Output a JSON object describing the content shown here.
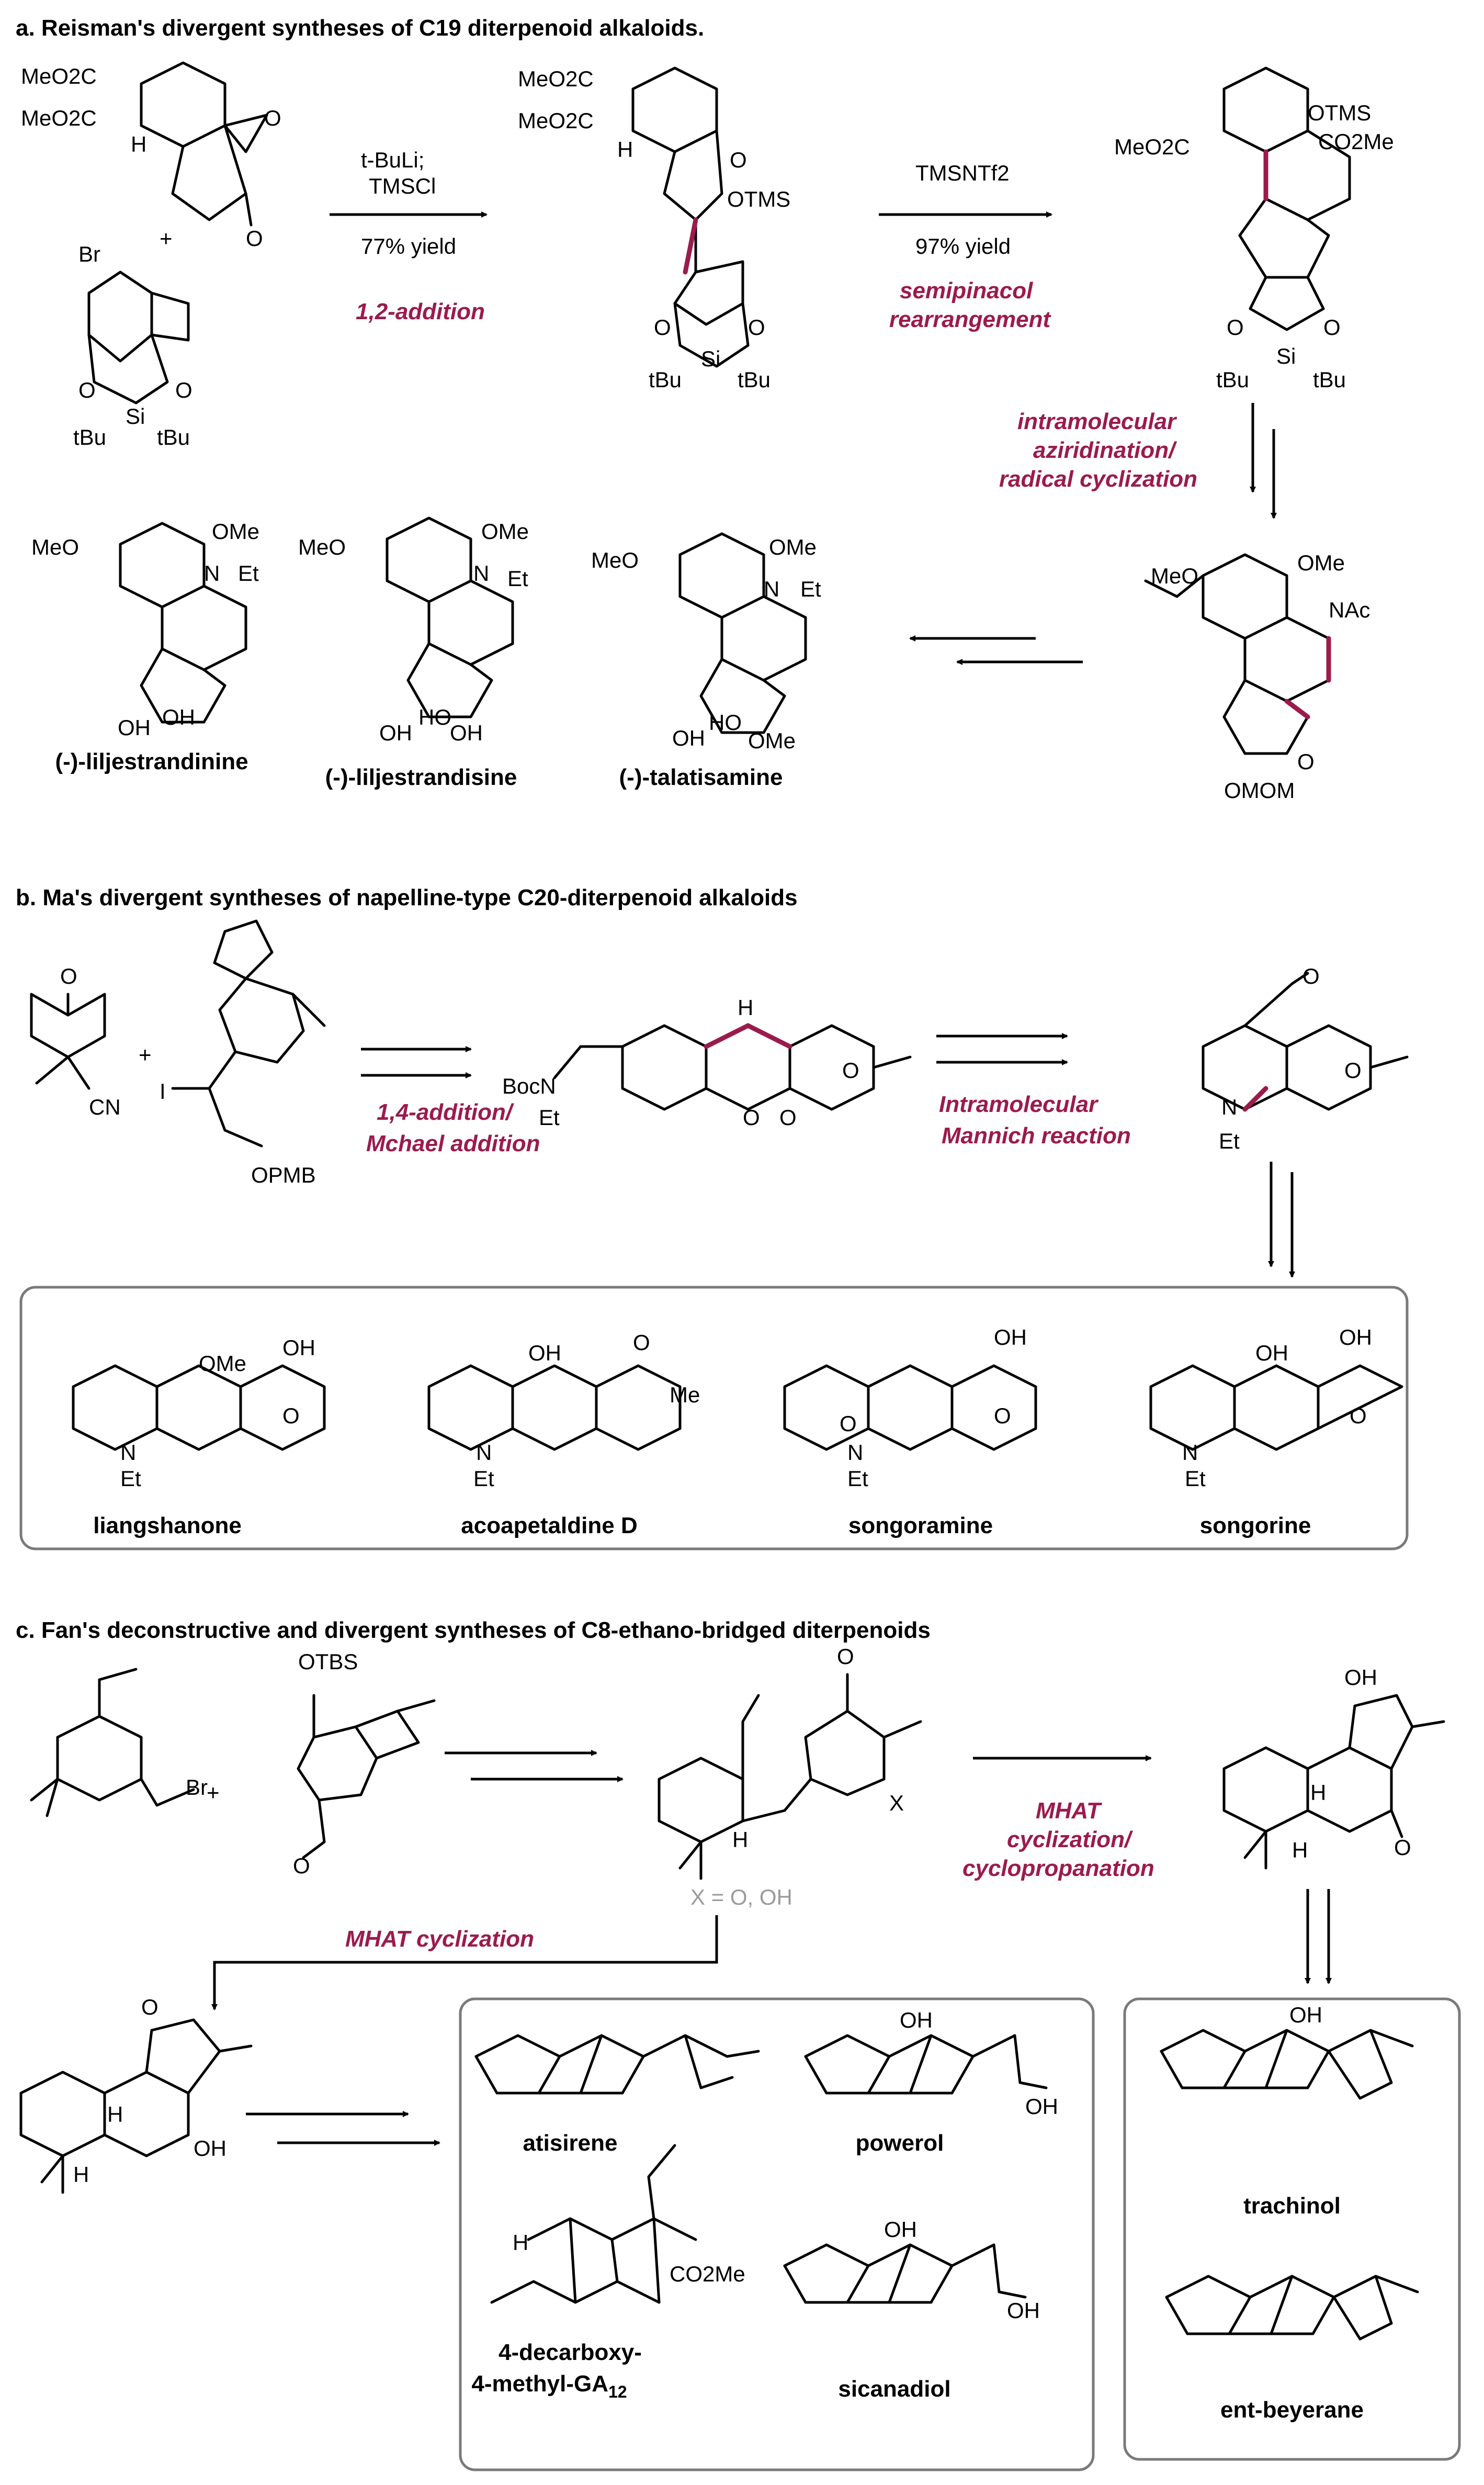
{
  "colors": {
    "accent": "#9b1b4c",
    "gray_text": "#9a9a9a",
    "box_border": "#7a7a7a"
  },
  "section_a": {
    "title": "a. Reisman's divergent syntheses of C19 diterpenoid alkaloids.",
    "step1": {
      "reagent1": "t-BuLi;",
      "reagent2": "TMSCl",
      "yield": "77% yield",
      "label": "1,2-addition"
    },
    "step2": {
      "reagent": "TMSNTf2",
      "yield": "97% yield",
      "label1": "semipinacol",
      "label2": "rearrangement"
    },
    "step3": {
      "label1": "intramolecular",
      "label2": "aziridination/",
      "label3": "radical cyclization"
    },
    "atoms": {
      "meo2c": "MeO2C",
      "h": "H",
      "o": "O",
      "br": "Br",
      "plus": "+",
      "si": "Si",
      "tbu": "tBu",
      "otms": "OTMS",
      "co2me": "CO2Me",
      "meo": "MeO",
      "ome": "OMe",
      "n": "N",
      "et": "Et",
      "nac": "NAc",
      "oh": "OH",
      "ho": "HO",
      "omom": "OMOM"
    },
    "products": [
      "(-)-liljestrandinine",
      "(-)-liljestrandisine",
      "(-)-talatisamine"
    ]
  },
  "section_b": {
    "title": "b. Ma's divergent syntheses of napelline-type C20-diterpenoid alkaloids",
    "step1": {
      "label1": "1,4-addition/",
      "label2": "Mchael addition"
    },
    "step2": {
      "label1": "Intramolecular",
      "label2": "Mannich reaction"
    },
    "atoms": {
      "cn": "CN",
      "i": "I",
      "opmb": "OPMB",
      "bocn": "BocN",
      "et": "Et",
      "o": "O",
      "h": "H",
      "n": "N",
      "ome": "OMe",
      "oh": "OH",
      "me": "Me"
    },
    "products": [
      "liangshanone",
      "acoapetaldine D",
      "songoramine",
      "songorine"
    ]
  },
  "section_c": {
    "title": "c. Fan's deconstructive and divergent syntheses of C8-ethano-bridged diterpenoids",
    "step_mhat1": {
      "label1": "MHAT",
      "label2": "cyclization/",
      "label3": "cyclopropanation"
    },
    "step_mhat2": "MHAT cyclization",
    "x_label": "X = O, OH",
    "atoms": {
      "br": "Br",
      "otbs": "OTBS",
      "x": "X",
      "h": "H",
      "o": "O",
      "oh": "OH",
      "co2me": "CO2Me"
    },
    "products_box1": [
      "atisirene",
      "powerol",
      "4-decarboxy-",
      "4-methyl-GA",
      "sicanadiol"
    ],
    "ga_subscript": "12",
    "products_box2": [
      "trachinol",
      "ent-beyerane"
    ]
  }
}
